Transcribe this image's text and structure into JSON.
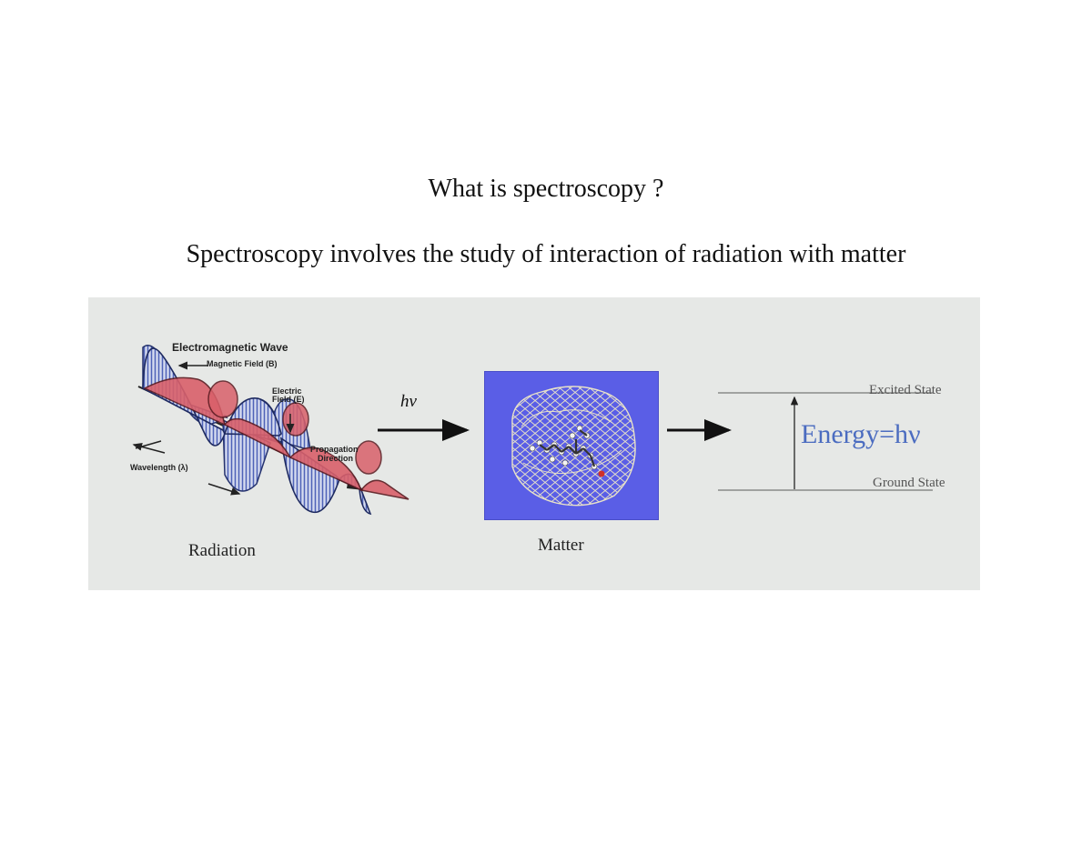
{
  "slide": {
    "heading": "What is spectroscopy ?",
    "definition": "Spectroscopy involves the study of interaction of radiation with matter"
  },
  "figure": {
    "radiation": {
      "title": "Electromagnetic Wave",
      "magnetic_label": "Magnetic Field (B)",
      "electric_label_1": "Electric",
      "electric_label_2": "Field (E)",
      "propagation_label_1": "Propagation",
      "propagation_label_2": "Direction",
      "wavelength_label": "Wavelength (λ)",
      "caption": "Radiation"
    },
    "photon_label": "hν",
    "matter_caption": "Matter",
    "energy": {
      "excited_label": "Excited State",
      "ground_label": "Ground State",
      "formula": "Energy=hν"
    },
    "colors": {
      "background": "#e6e8e6",
      "magnetic_wave": "#5b72c4",
      "electric_wave": "#d9606a",
      "matter_box": "#5a5ee6",
      "energy_text": "#4b6cc0"
    }
  }
}
